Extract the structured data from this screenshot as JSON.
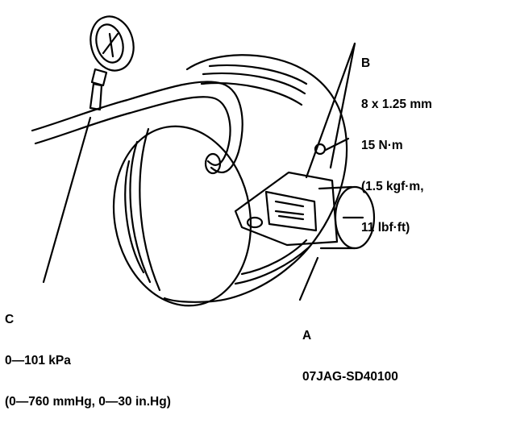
{
  "callouts": {
    "b": {
      "letter": "B",
      "lines": [
        "8 x 1.25 mm",
        "15 N·m",
        "(1.5 kgf·m,",
        "11 lbf·ft)"
      ]
    },
    "c": {
      "letter": "C",
      "lines": [
        "0—101 kPa",
        "(0—760 mmHg, 0—30 in.Hg)"
      ]
    },
    "a": {
      "letter": "A",
      "lines": [
        "07JAG-SD40100"
      ]
    }
  },
  "colors": {
    "ink": "#000000",
    "paper": "#ffffff"
  }
}
